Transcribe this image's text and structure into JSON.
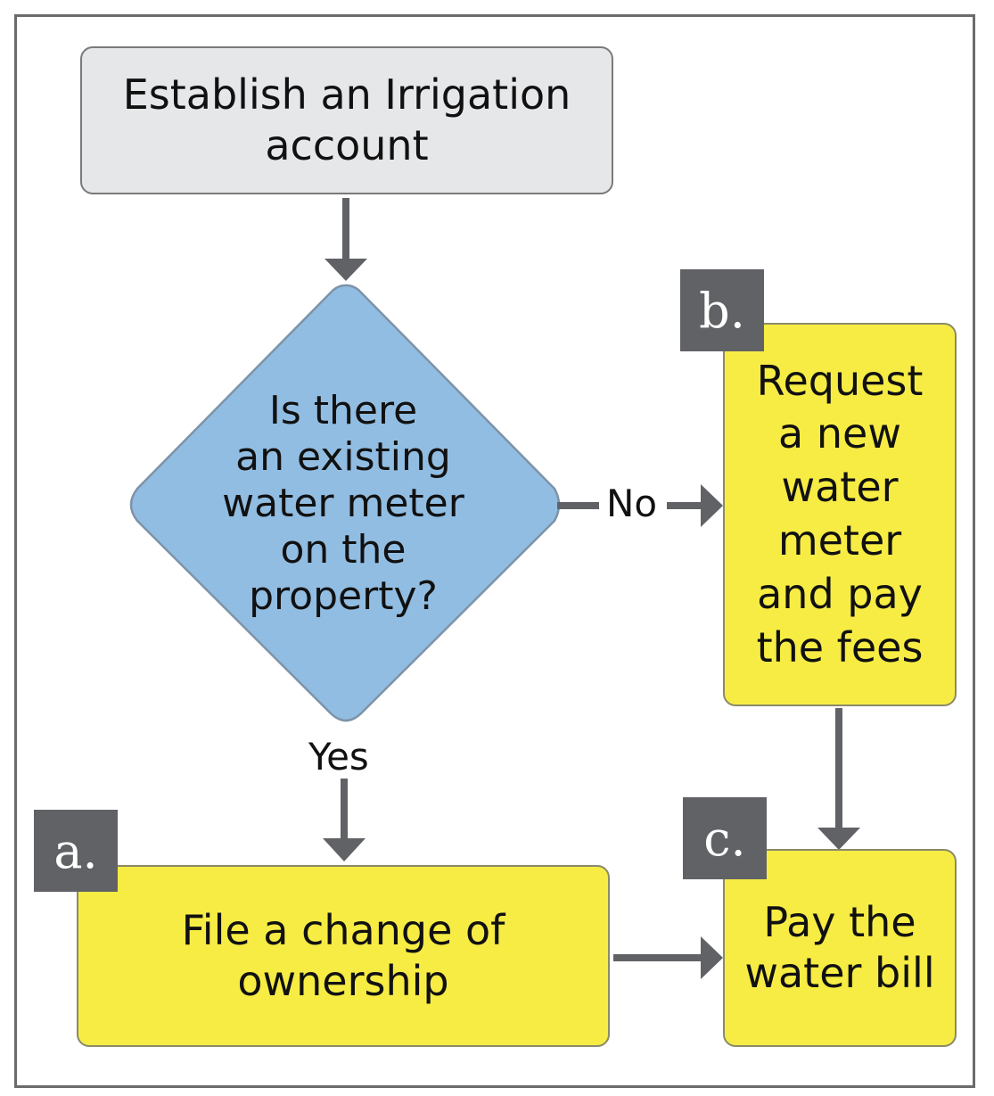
{
  "nodes": {
    "start": "Establish an Irrigation\naccount",
    "decision": "Is there\nan existing\nwater meter\non the\nproperty?",
    "b": "Request\na new\nwater\nmeter\nand pay\nthe fees",
    "a": "File a change of\nownership",
    "c": "Pay the\nwater bill"
  },
  "tags": {
    "a": "a.",
    "b": "b.",
    "c": "c."
  },
  "edges": {
    "no": "No",
    "yes": "Yes"
  },
  "colors": {
    "start_fill": "#e6e7e9",
    "decision_fill": "#92bde2",
    "step_fill": "#f7ec44",
    "tag_fill": "#616266",
    "arrow": "#616266"
  }
}
